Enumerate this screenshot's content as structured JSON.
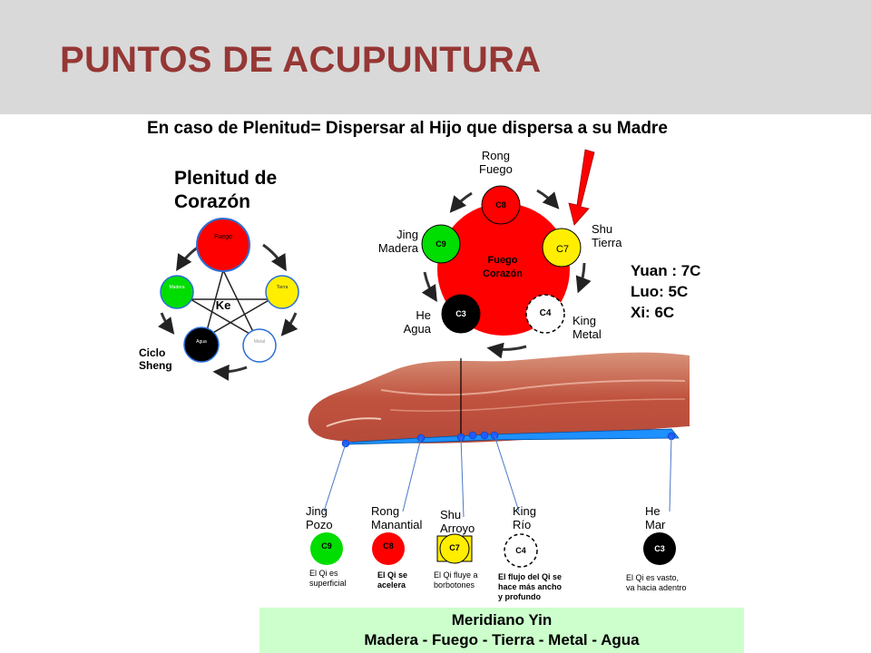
{
  "header": {
    "title": "PUNTOS DE ACUPUNTURA"
  },
  "subtitle": "En caso de Plenitud= Dispersar al Hijo que dispersa a su Madre",
  "plenitud": {
    "line1": "Plenitud de",
    "line2": "Corazón"
  },
  "small_cycle": {
    "fuego": "Fuego",
    "madera": "Madera",
    "tierra": "Tierra",
    "agua": "Agua",
    "metal": "Metal",
    "ke": "Ke",
    "ciclo1": "Ciclo",
    "ciclo2": "Sheng"
  },
  "big_cycle": {
    "center1": "Fuego",
    "center2": "Corazón",
    "rong1": "Rong",
    "rong2": "Fuego",
    "shu1": "Shu",
    "shu2": "Tierra",
    "jing1": "Jing",
    "jing2": "Madera",
    "he1": "He",
    "he2": "Agua",
    "king1": "King",
    "king2": "Metal",
    "c8": "C8",
    "c7": "C7",
    "c9": "C9",
    "c3": "C3",
    "c4": "C4"
  },
  "yuan": {
    "line1": "Yuan : 7C",
    "line2": "Luo: 5C",
    "line3": "Xi: 6C"
  },
  "points": [
    {
      "label1": "Jing",
      "label2": "Pozo",
      "code": "C9",
      "desc1": "El Qi es",
      "desc2": "superficial",
      "desc3": ""
    },
    {
      "label1": "Rong",
      "label2": "Manantial",
      "code": "C8",
      "desc1": "El Qi se",
      "desc2": "acelera",
      "desc3": ""
    },
    {
      "label1": "Shu",
      "label2": "Arroyo",
      "code": "C7",
      "desc1": "El Qi fluye a",
      "desc2": "borbotones",
      "desc3": ""
    },
    {
      "label1": "King",
      "label2": "Río",
      "code": "C4",
      "desc1": "El flujo del Qi se",
      "desc2": "hace más ancho",
      "desc3": "y profundo"
    },
    {
      "label1": "He",
      "label2": "Mar",
      "code": "C3",
      "desc1": "El Qi es vasto,",
      "desc2": "va hacia adentro",
      "desc3": ""
    }
  ],
  "bottom": {
    "line1": "Meridiano Yin",
    "line2": "Madera - Fuego - Tierra - Metal - Agua"
  },
  "colors": {
    "title": "#953735",
    "header_bg": "#d9d9d9",
    "fire": "#ff0000",
    "wood": "#00dd00",
    "earth": "#ffee00",
    "water": "#000000",
    "metal": "#ffffff",
    "meridian": "#1e90ff",
    "box": "#ccffcc"
  }
}
